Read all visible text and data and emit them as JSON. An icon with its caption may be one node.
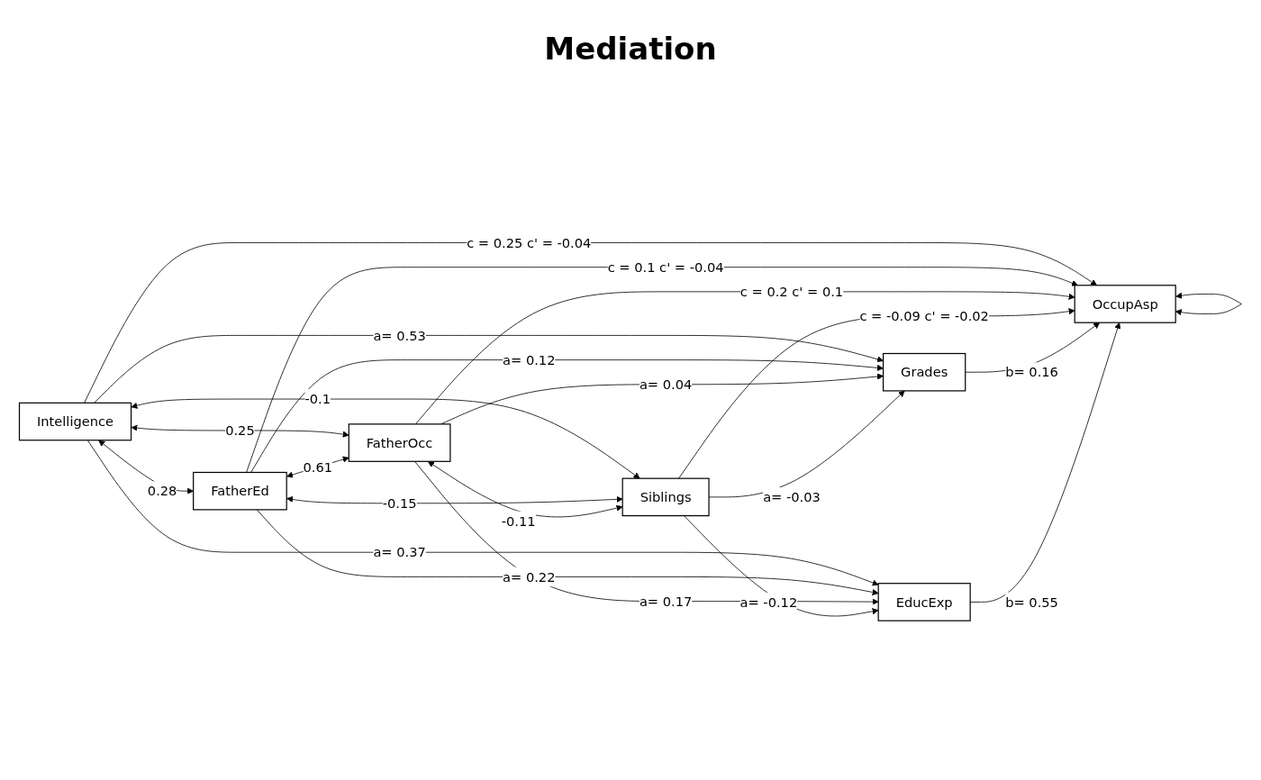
{
  "diagram": {
    "title": "Mediation",
    "nodes": [
      {
        "text": [
          "Intelligence"
        ]
      },
      {
        "text": [
          "FatherEd"
        ]
      },
      {
        "text": [
          "FatherOcc"
        ]
      },
      {
        "text": [
          "Siblings"
        ]
      },
      {
        "text": [
          "Grades"
        ]
      },
      {
        "text": [
          "EducExp"
        ]
      },
      {
        "text": [
          "OccupAsp"
        ]
      }
    ],
    "edges": [
      {
        "from": 0,
        "to": 1,
        "arrow": "both",
        "label": "0.28"
      },
      {
        "from": 0,
        "to": 2,
        "arrow": "both",
        "label": "0.25"
      },
      {
        "from": 0,
        "to": 3,
        "arrow": "both",
        "label": "-0.1"
      },
      {
        "from": 1,
        "to": 2,
        "arrow": "both",
        "label": "0.61"
      },
      {
        "from": 1,
        "to": 3,
        "arrow": "both",
        "label": "-0.15"
      },
      {
        "from": 2,
        "to": 3,
        "arrow": "both",
        "label": "-0.11"
      },
      {
        "from": 0,
        "to": 4,
        "arrow": "to",
        "label": "a= 0.53"
      },
      {
        "from": 1,
        "to": 4,
        "arrow": "to",
        "label": "a= 0.12"
      },
      {
        "from": 0,
        "to": 5,
        "arrow": "to",
        "label": "a= 0.37"
      },
      {
        "from": 1,
        "to": 5,
        "arrow": "to",
        "label": "a= 0.22"
      },
      {
        "from": 2,
        "to": 4,
        "arrow": "to",
        "label": "a= 0.04"
      },
      {
        "from": 3,
        "to": 4,
        "arrow": "to",
        "label": "a= -0.03"
      },
      {
        "from": 2,
        "to": 5,
        "arrow": "to",
        "label": "a= 0.17"
      },
      {
        "from": 3,
        "to": 5,
        "arrow": "to",
        "label": "a= -0.12"
      },
      {
        "from": 0,
        "to": 6,
        "arrow": "to",
        "label": "c = 0.25 c' = -0.04"
      },
      {
        "from": 1,
        "to": 6,
        "arrow": "to",
        "label": "c = 0.1 c' = -0.04"
      },
      {
        "from": 2,
        "to": 6,
        "arrow": "to",
        "label": "c = 0.2 c' = 0.1"
      },
      {
        "from": 3,
        "to": 6,
        "arrow": "to",
        "label": "c = -0.09 c' = -0.02"
      },
      {
        "from": 4,
        "to": 6,
        "arrow": "to",
        "label": "b= 0.16"
      },
      {
        "from": 5,
        "to": 6,
        "arrow": "to",
        "label": "b= 0.55"
      },
      {
        "from": 6,
        "to": 6,
        "arrow": "both"
      }
    ]
  }
}
